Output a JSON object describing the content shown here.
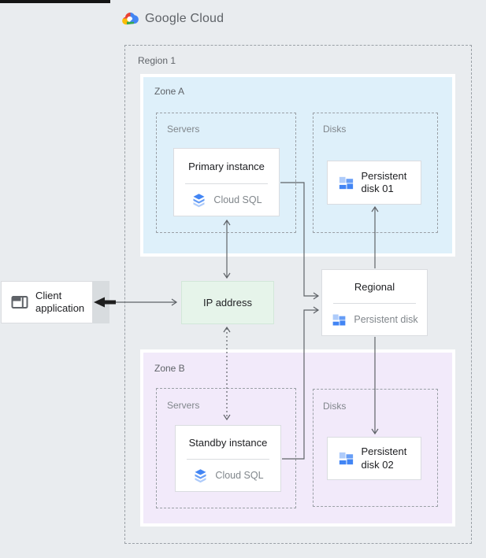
{
  "logo": {
    "text": "Google Cloud"
  },
  "region": {
    "label": "Region 1"
  },
  "zones": {
    "a": {
      "label": "Zone A",
      "servers_label": "Servers",
      "disks_label": "Disks",
      "server_card": {
        "title": "Primary instance",
        "product": "Cloud SQL"
      },
      "disk_card": {
        "title": "Persistent disk 01"
      }
    },
    "b": {
      "label": "Zone B",
      "servers_label": "Servers",
      "disks_label": "Disks",
      "server_card": {
        "title": "Standby instance",
        "product": "Cloud SQL"
      },
      "disk_card": {
        "title": "Persistent disk 02"
      }
    }
  },
  "regional_disk_card": {
    "title": "Regional",
    "product": "Persistent disk"
  },
  "ip_card": {
    "label": "IP address"
  },
  "client_card": {
    "label": "Client application"
  },
  "colors": {
    "page_bg": "#e9ecef",
    "zone_a_bg": "#def0fa",
    "zone_b_bg": "#f2eafa",
    "ip_bg": "#e6f4ea",
    "card_border": "#dadce0",
    "dashed_border": "#9aa0a6",
    "arrow": "#5f6368",
    "bold_arrow": "#1f1f1f",
    "google_blue": "#4285f4",
    "google_blue_mid": "#669df6",
    "google_blue_light": "#aecbfa",
    "google_red": "#ea4335",
    "google_yellow": "#fbbc04",
    "google_green": "#34a853"
  }
}
